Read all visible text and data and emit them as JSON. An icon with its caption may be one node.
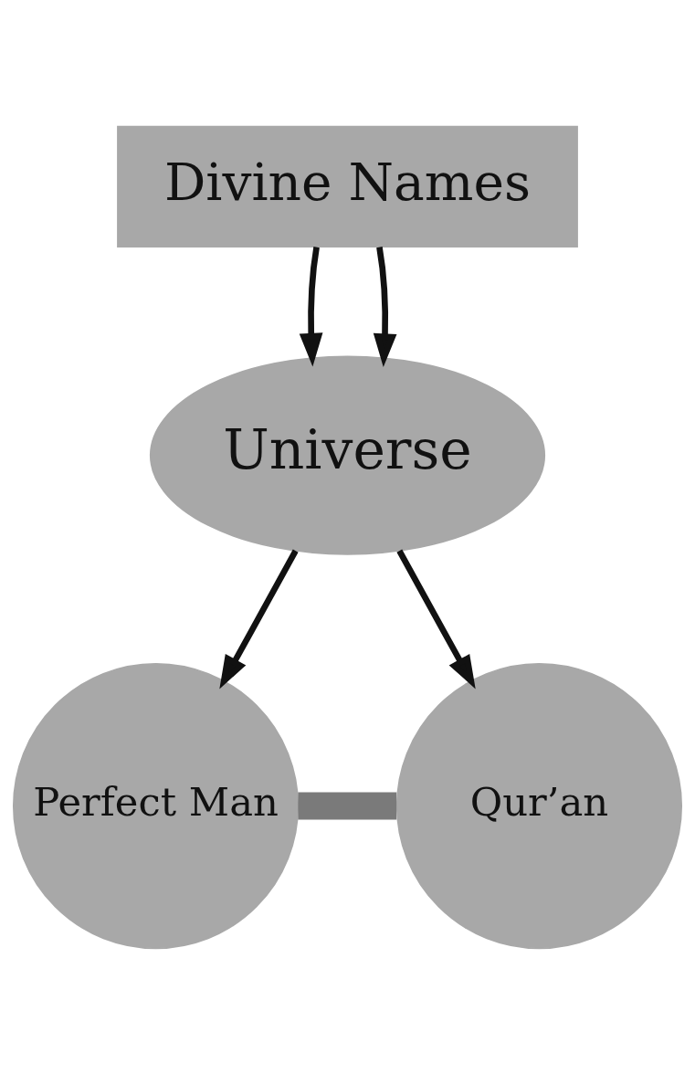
{
  "diagram": {
    "nodes": [
      {
        "text": [
          "Divine Names"
        ]
      },
      {
        "text": [
          "Universe"
        ]
      },
      {
        "text": [
          "Perfect Man"
        ]
      },
      {
        "text": [
          "Qur’an"
        ]
      }
    ],
    "edges": [
      {
        "from": 0,
        "to": 1,
        "arrow": "to"
      },
      {
        "from": 0,
        "to": 1,
        "arrow": "to"
      },
      {
        "from": 1,
        "to": 2,
        "arrow": "to"
      },
      {
        "from": 1,
        "to": 3,
        "arrow": "to"
      },
      {
        "from": 2,
        "to": 3,
        "arrow": "none",
        "style": "thick",
        "color": "#7a7a7a"
      }
    ]
  }
}
